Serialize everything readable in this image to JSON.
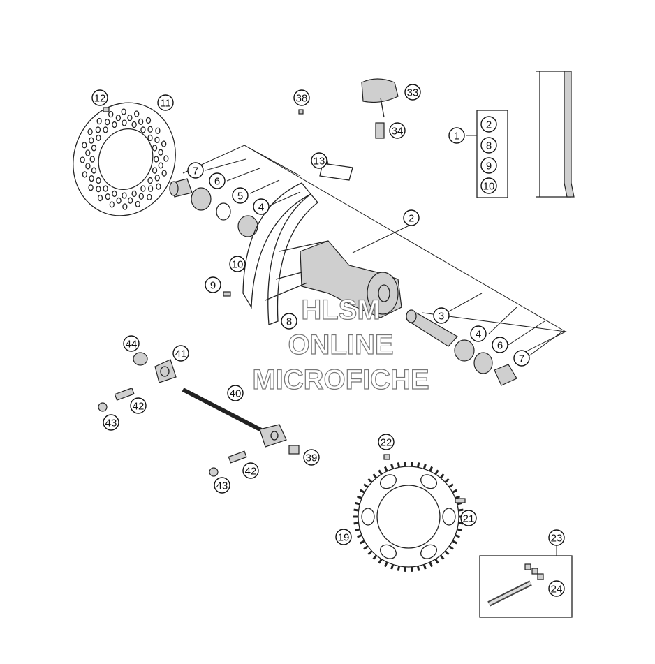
{
  "watermark": {
    "line1": "HLSM",
    "line2": "ONLINE",
    "line3": "MICROFICHE"
  },
  "callouts": [
    {
      "label": "12"
    },
    {
      "label": "11"
    },
    {
      "label": "38"
    },
    {
      "label": "33"
    },
    {
      "label": "34"
    },
    {
      "label": "1"
    },
    {
      "label": "2"
    },
    {
      "label": "8"
    },
    {
      "label": "9"
    },
    {
      "label": "10"
    },
    {
      "label": "13"
    },
    {
      "label": "7"
    },
    {
      "label": "6"
    },
    {
      "label": "5"
    },
    {
      "label": "4"
    },
    {
      "label": "2"
    },
    {
      "label": "10"
    },
    {
      "label": "9"
    },
    {
      "label": "8"
    },
    {
      "label": "3"
    },
    {
      "label": "4"
    },
    {
      "label": "6"
    },
    {
      "label": "7"
    },
    {
      "label": "44"
    },
    {
      "label": "41"
    },
    {
      "label": "40"
    },
    {
      "label": "42"
    },
    {
      "label": "43"
    },
    {
      "label": "39"
    },
    {
      "label": "42"
    },
    {
      "label": "43"
    },
    {
      "label": "22"
    },
    {
      "label": "21"
    },
    {
      "label": "19"
    },
    {
      "label": "23"
    },
    {
      "label": "24"
    }
  ]
}
